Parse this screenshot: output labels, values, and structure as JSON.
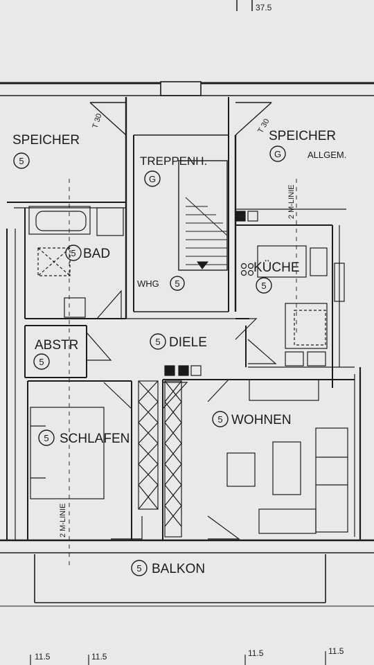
{
  "dimensions": {
    "top": "37.5",
    "bottom": [
      "11.5",
      "11.5",
      "11.5",
      "11.5"
    ]
  },
  "rooms": {
    "speicher_left": {
      "label": "SPEICHER",
      "code": "5"
    },
    "speicher_right": {
      "label": "SPEICHER",
      "sub": "ALLGEM.",
      "code": "G"
    },
    "treppenhaus": {
      "label": "TREPPENH.",
      "code": "G"
    },
    "bad": {
      "label": "BAD",
      "code": "5"
    },
    "kueche": {
      "label": "KÜCHE",
      "code": "5"
    },
    "wohnung": {
      "label": "WHG",
      "code": "5"
    },
    "abstellraum": {
      "label": "ABSTR",
      "code": "5"
    },
    "diele": {
      "label": "DIELE",
      "code": "5"
    },
    "schlafen": {
      "label": "SCHLAFEN",
      "code": "5"
    },
    "wohnen": {
      "label": "WOHNEN",
      "code": "5"
    },
    "balkon": {
      "label": "BALKON",
      "code": "5"
    }
  },
  "annotations": {
    "fire_door_left": "T 30",
    "fire_door_right": "T 30",
    "line_right": "2 M-LINIE",
    "line_left": "2 M-LINIE"
  },
  "colors": {
    "paper": "#e9e9e7",
    "ink": "#1b1b1b"
  }
}
